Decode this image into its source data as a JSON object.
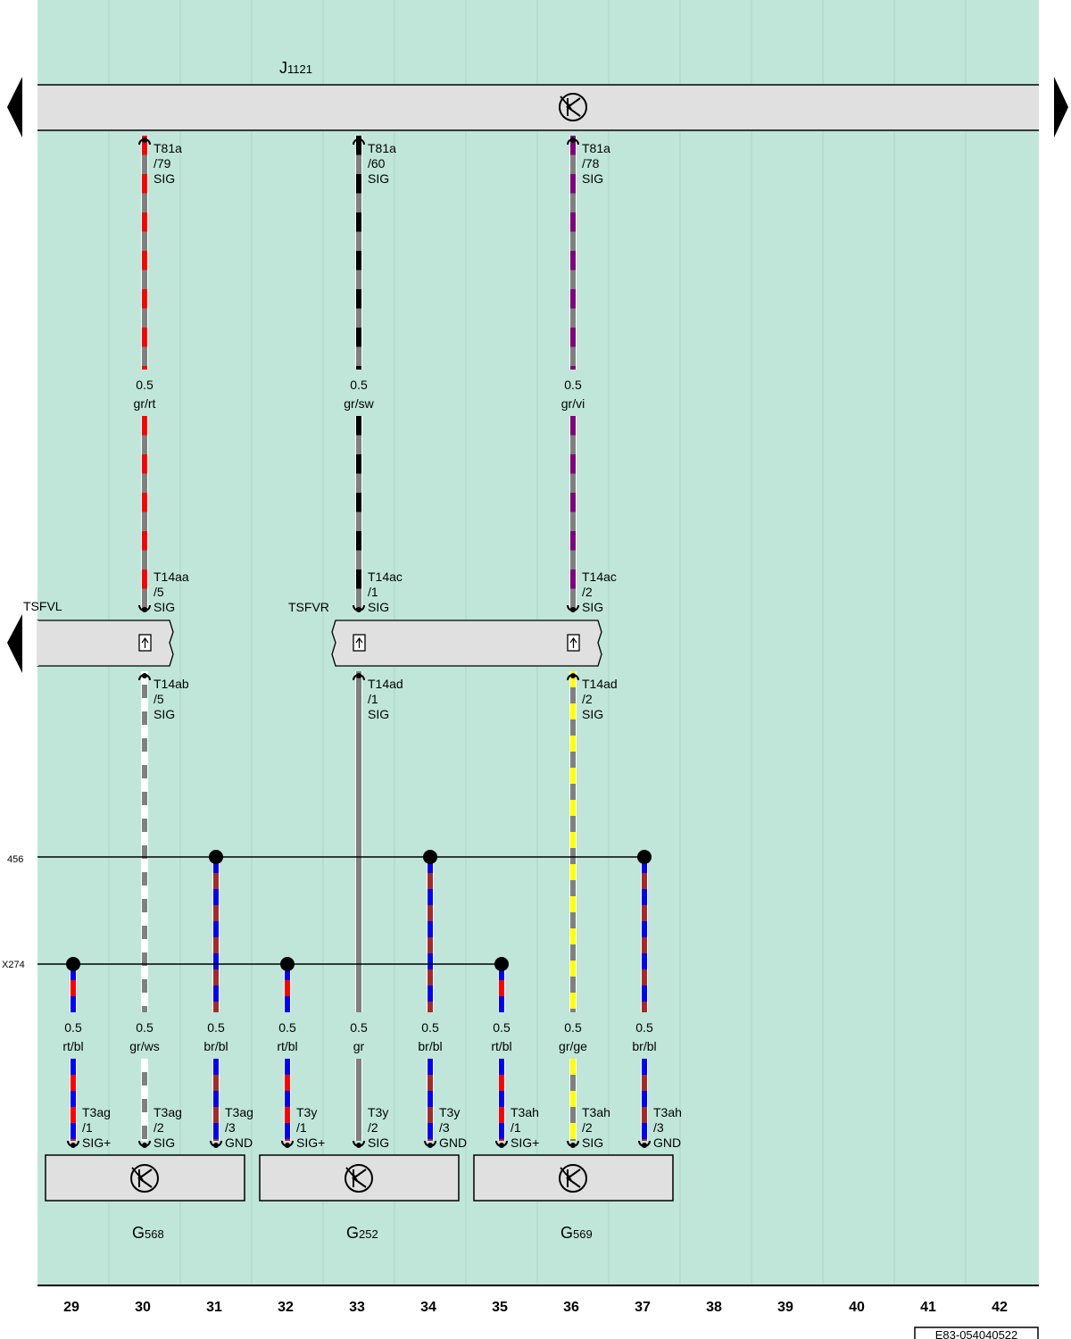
{
  "colors": {
    "background": "#bfe6d9",
    "component_fill": "#e0e0e0",
    "gr": "#808080",
    "rt": "#ff0000",
    "sw": "#000000",
    "vi": "#800080",
    "ws": "#ffffff",
    "ge": "#ffff00",
    "br": "#a52a2a",
    "bl": "#0000ff"
  },
  "components": {
    "control_unit": {
      "letter": "J",
      "number": "1121"
    },
    "sensor_left": {
      "letter": "G",
      "number": "568"
    },
    "sensor_middle": {
      "letter": "G",
      "number": "252"
    },
    "sensor_right": {
      "letter": "G",
      "number": "569"
    },
    "door_left": "TSFVL",
    "door_right": "TSFVR"
  },
  "grounds": {
    "upper": "456",
    "lower": "X274"
  },
  "top_pins": [
    {
      "conn": "T81a",
      "pin": "/79",
      "sig": "SIG"
    },
    {
      "conn": "T81a",
      "pin": "/60",
      "sig": "SIG"
    },
    {
      "conn": "T81a",
      "pin": "/78",
      "sig": "SIG"
    }
  ],
  "top_wires": [
    {
      "size": "0.5",
      "color": "gr/rt"
    },
    {
      "size": "0.5",
      "color": "gr/sw"
    },
    {
      "size": "0.5",
      "color": "gr/vi"
    }
  ],
  "door_in_pins": [
    {
      "conn": "T14aa",
      "pin": "/5",
      "sig": "SIG"
    },
    {
      "conn": "T14ac",
      "pin": "/1",
      "sig": "SIG"
    },
    {
      "conn": "T14ac",
      "pin": "/2",
      "sig": "SIG"
    }
  ],
  "door_out_pins": [
    {
      "conn": "T14ab",
      "pin": "/5",
      "sig": "SIG"
    },
    {
      "conn": "T14ad",
      "pin": "/1",
      "sig": "SIG"
    },
    {
      "conn": "T14ad",
      "pin": "/2",
      "sig": "SIG"
    }
  ],
  "bottom_wires": [
    {
      "size": "0.5",
      "color": "rt/bl"
    },
    {
      "size": "0.5",
      "color": "gr/ws"
    },
    {
      "size": "0.5",
      "color": "br/bl"
    },
    {
      "size": "0.5",
      "color": "rt/bl"
    },
    {
      "size": "0.5",
      "color": "gr"
    },
    {
      "size": "0.5",
      "color": "br/bl"
    },
    {
      "size": "0.5",
      "color": "rt/bl"
    },
    {
      "size": "0.5",
      "color": "gr/ge"
    },
    {
      "size": "0.5",
      "color": "br/bl"
    }
  ],
  "sensor_pins": [
    {
      "conn": "T3ag",
      "pin": "/1",
      "sig": "SIG+"
    },
    {
      "conn": "T3ag",
      "pin": "/2",
      "sig": "SIG"
    },
    {
      "conn": "T3ag",
      "pin": "/3",
      "sig": "GND"
    },
    {
      "conn": "T3y",
      "pin": "/1",
      "sig": "SIG+"
    },
    {
      "conn": "T3y",
      "pin": "/2",
      "sig": "SIG"
    },
    {
      "conn": "T3y",
      "pin": "/3",
      "sig": "GND"
    },
    {
      "conn": "T3ah",
      "pin": "/1",
      "sig": "SIG+"
    },
    {
      "conn": "T3ah",
      "pin": "/2",
      "sig": "SIG"
    },
    {
      "conn": "T3ah",
      "pin": "/3",
      "sig": "GND"
    }
  ],
  "columns": [
    "29",
    "30",
    "31",
    "32",
    "33",
    "34",
    "35",
    "36",
    "37",
    "38",
    "39",
    "40",
    "41",
    "42"
  ],
  "drawing_code": "E83-054040522"
}
